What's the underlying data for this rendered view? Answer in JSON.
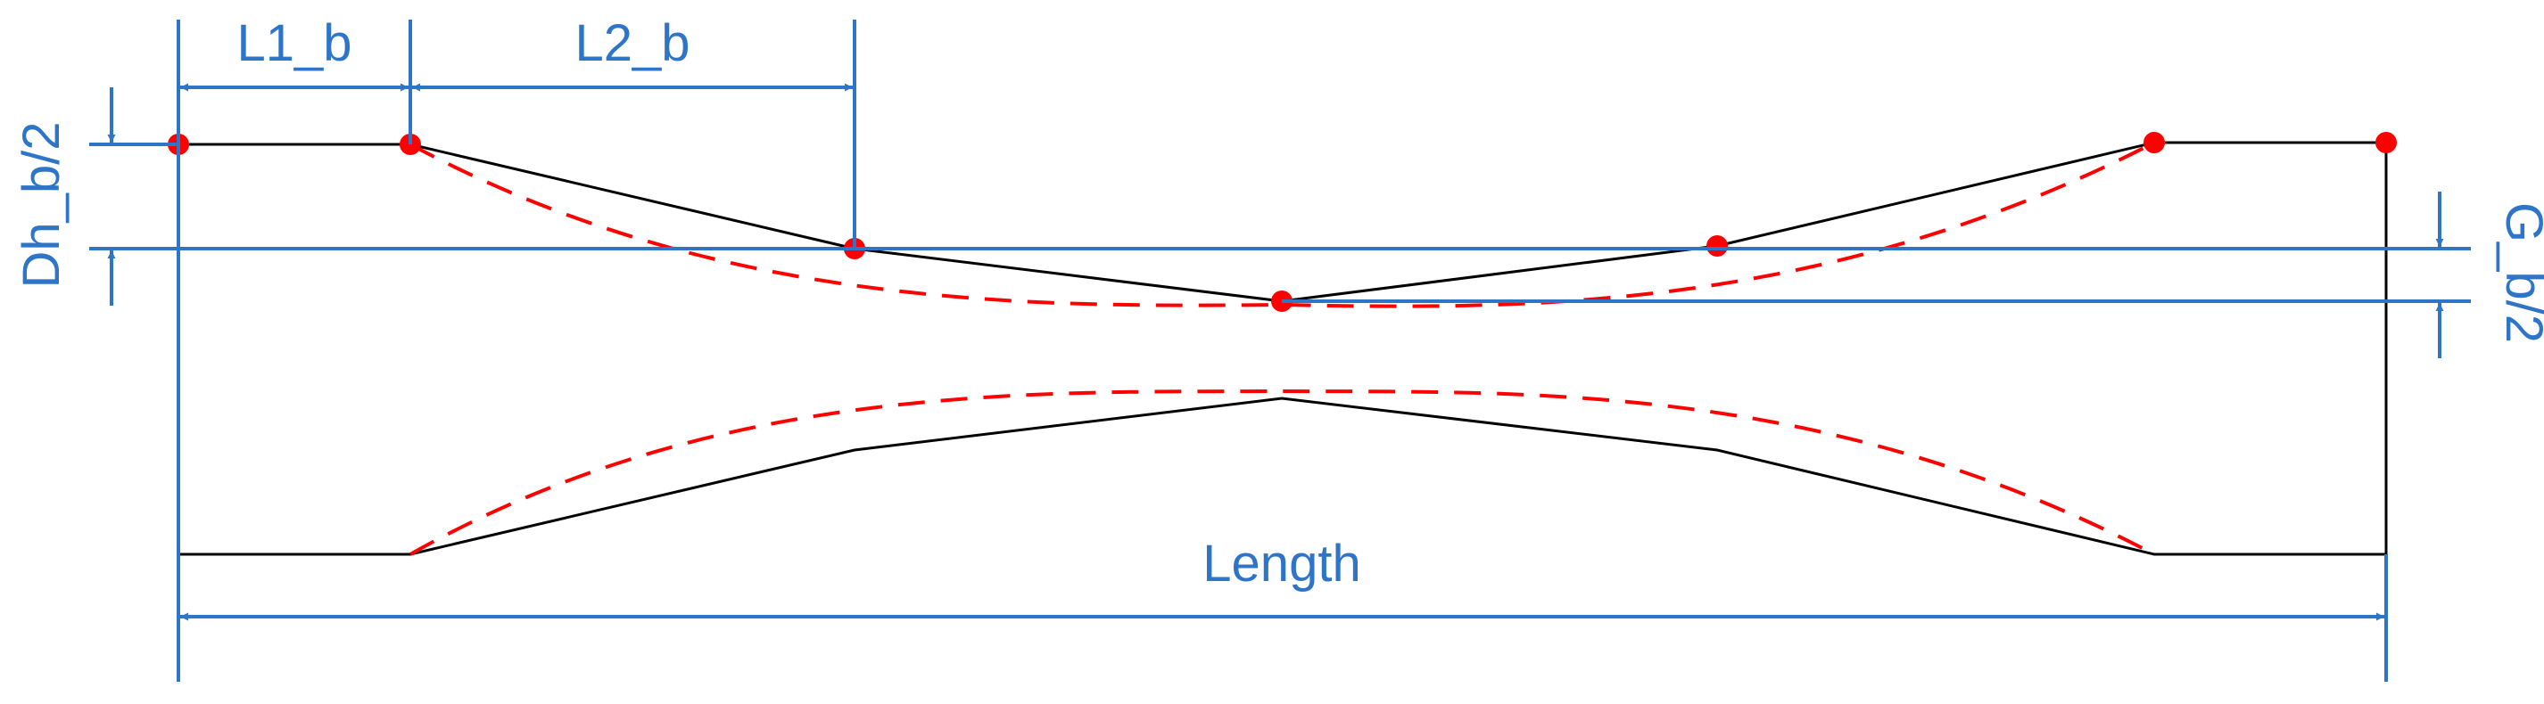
{
  "diagram": {
    "labels": {
      "l1": "L1_b",
      "l2": "L2_b",
      "dh": "Dh_b/2",
      "g": "G_b/2",
      "length": "Length"
    },
    "colors": {
      "dimension": "#2E75C7",
      "outline": "#000000",
      "curve": "#FF0000",
      "control_point": "#FF0000"
    }
  }
}
